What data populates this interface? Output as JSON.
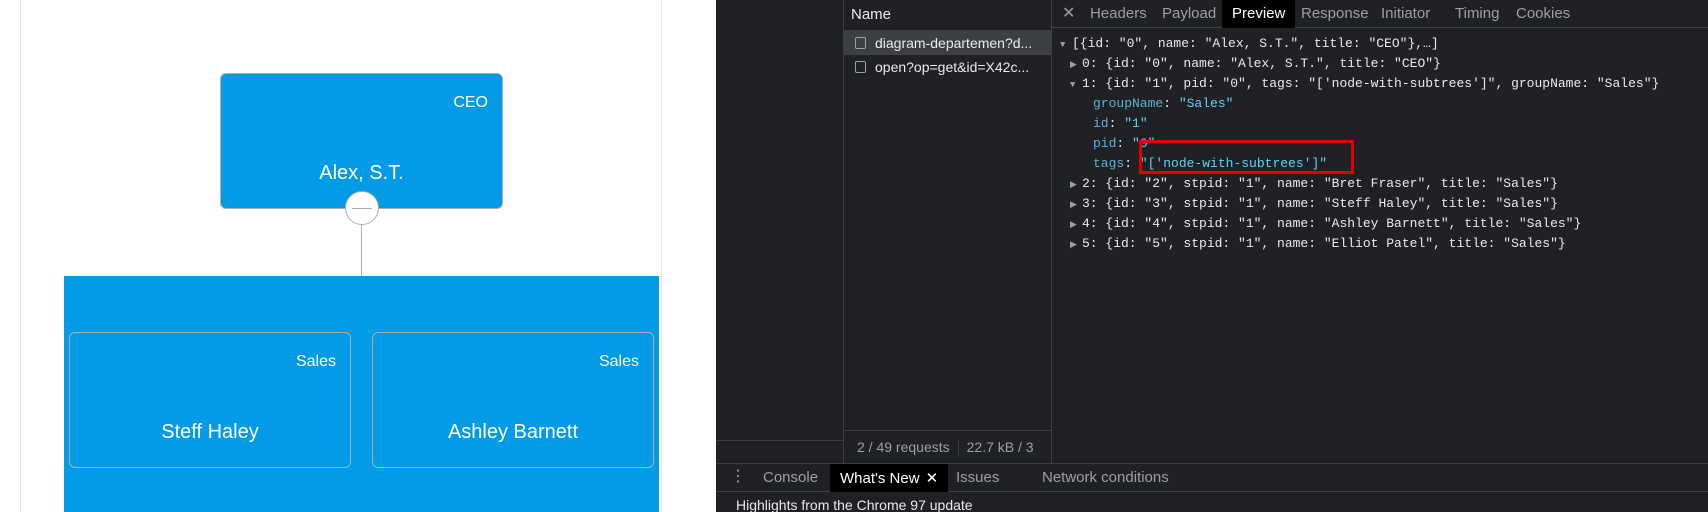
{
  "orgchart": {
    "ceo": {
      "name": "Alex, S.T.",
      "title": "CEO"
    },
    "group": {
      "nodes": [
        {
          "name": "Steff Haley",
          "title": "Sales"
        },
        {
          "name": "Ashley Barnett",
          "title": "Sales"
        }
      ]
    }
  },
  "devtools": {
    "name_header": "Name",
    "requests": [
      {
        "name": "diagram-departemen?d..."
      },
      {
        "name": "open?op=get&id=X42c..."
      }
    ],
    "status": {
      "requests": "2 / 49 requests",
      "size": "22.7 kB / 3"
    },
    "tabs": [
      "Headers",
      "Payload",
      "Preview",
      "Response",
      "Initiator",
      "Timing",
      "Cookies"
    ],
    "active_tab": "Preview",
    "preview": {
      "root": "[{id: \"0\", name: \"Alex, S.T.\", title: \"CEO\"},…]",
      "item0": "0: {id: \"0\", name: \"Alex, S.T.\", title: \"CEO\"}",
      "item1": "1: {id: \"1\", pid: \"0\", tags: \"['node-with-subtrees']\", groupName: \"Sales\"}",
      "fields": [
        {
          "key": "groupName",
          "value": "\"Sales\""
        },
        {
          "key": "id",
          "value": "\"1\""
        },
        {
          "key": "pid",
          "value": "\"0\""
        },
        {
          "key": "tags",
          "value": "\"['node-with-subtrees']\""
        }
      ],
      "item2": "2: {id: \"2\", stpid: \"1\", name: \"Bret Fraser\", title: \"Sales\"}",
      "item3": "3: {id: \"3\", stpid: \"1\", name: \"Steff Haley\", title: \"Sales\"}",
      "item4": "4: {id: \"4\", stpid: \"1\", name: \"Ashley Barnett\", title: \"Sales\"}",
      "item5": "5: {id: \"5\", stpid: \"1\", name: \"Elliot Patel\", title: \"Sales\"}"
    },
    "drawer": {
      "tabs": [
        "Console",
        "What's New",
        "Issues",
        "Network conditions"
      ],
      "active_tab": "What's New",
      "content": "Highlights from the Chrome 97 update"
    }
  }
}
